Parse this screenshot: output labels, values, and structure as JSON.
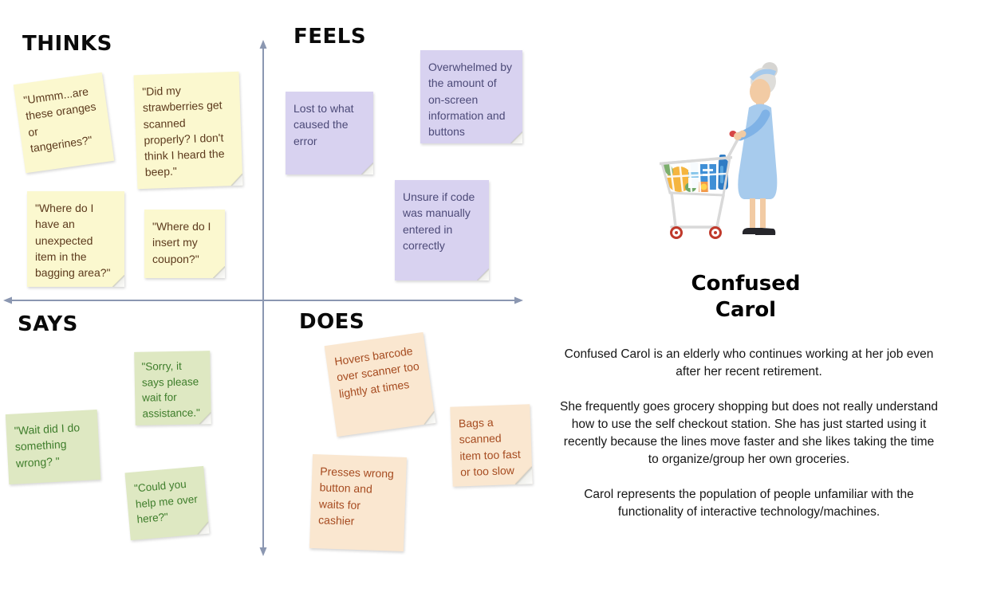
{
  "empathy_map": {
    "quadrants": {
      "thinks": {
        "label": "THINKS",
        "notes": [
          "\"Ummm...are these oranges or tangerines?\"",
          "\"Did my strawberries get scanned properly? I don't think I heard the beep.\"",
          "\"Where do I have an unexpected item in the bagging area?\"",
          "\"Where do I insert my coupon?\""
        ]
      },
      "feels": {
        "label": "FEELS",
        "notes": [
          "Lost to what caused the error",
          "Overwhelmed by the amount of on-screen information and buttons",
          "Unsure if code was manually entered in correctly"
        ]
      },
      "says": {
        "label": "SAYS",
        "notes": [
          "\"Sorry, it says please wait for assistance.\"",
          "\"Wait did I do something wrong? \"",
          "\"Could you help me over here?\""
        ]
      },
      "does": {
        "label": "DOES",
        "notes": [
          "Hovers barcode over scanner too lightly at times",
          "Bags a scanned item too fast or too slow",
          "Presses wrong button and waits for cashier"
        ]
      }
    },
    "colors": {
      "background": "#ffffff",
      "axis": "#8B97B1",
      "thinks_note_bg": "#FBF8CF",
      "thinks_text": "#5C3A1D",
      "feels_note_bg": "#D8D2F0",
      "feels_text": "#4C4A78",
      "says_note_bg": "#DEE8C2",
      "says_text": "#3E7D2B",
      "does_note_bg": "#FAE7D0",
      "does_text": "#A64B20"
    }
  },
  "persona": {
    "name_lines": [
      "Confused",
      "Carol"
    ],
    "illustration": "elderly-woman-pushing-grocery-cart",
    "paragraphs": [
      "Confused Carol is an elderly who continues working at her job even after her recent retirement.",
      "She frequently goes grocery shopping but does not really understand how to use the self checkout station. She has just started using it recently because the lines move faster and she likes taking the time to organize/group her own groceries.",
      "Carol represents the population of people unfamiliar with the functionality of interactive technology/machines."
    ],
    "colors": {
      "dress": "#A7CBED",
      "sleeve": "#7FB2E6",
      "skin": "#F2CBA4",
      "hair": "#DEDDDA",
      "cart_frame": "#D9D9D9",
      "cart_wheel": "#C0392B"
    }
  }
}
